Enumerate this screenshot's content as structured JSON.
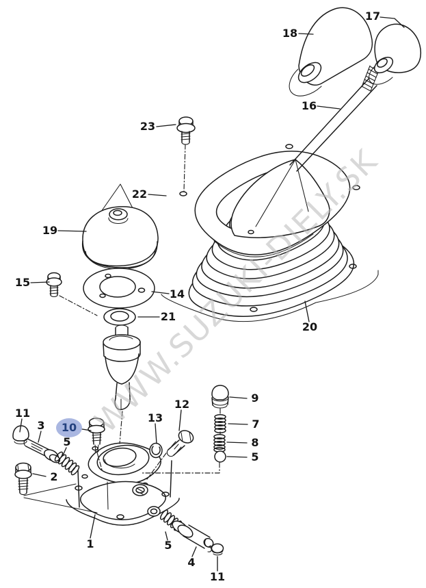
{
  "drawing": {
    "ink": "#1b1b1b",
    "background": "#ffffff"
  },
  "watermark": {
    "text": "WWW.SUZUKI-DIELY.SK",
    "color": "#b9b9b9"
  },
  "highlight": {
    "highlighted_part": "10",
    "fill": "#aab7e1",
    "text_color": "#23407e"
  },
  "labels": [
    {
      "part": "17"
    },
    {
      "part": "18"
    },
    {
      "part": "16"
    },
    {
      "part": "23"
    },
    {
      "part": "22"
    },
    {
      "part": "19"
    },
    {
      "part": "15"
    },
    {
      "part": "14"
    },
    {
      "part": "21"
    },
    {
      "part": "20"
    },
    {
      "part": "11"
    },
    {
      "part": "3"
    },
    {
      "part": "10"
    },
    {
      "part": "5"
    },
    {
      "part": "2"
    },
    {
      "part": "13"
    },
    {
      "part": "12"
    },
    {
      "part": "9"
    },
    {
      "part": "7"
    },
    {
      "part": "8"
    },
    {
      "part": "5"
    },
    {
      "part": "1"
    },
    {
      "part": "5"
    },
    {
      "part": "4"
    },
    {
      "part": "11"
    }
  ]
}
